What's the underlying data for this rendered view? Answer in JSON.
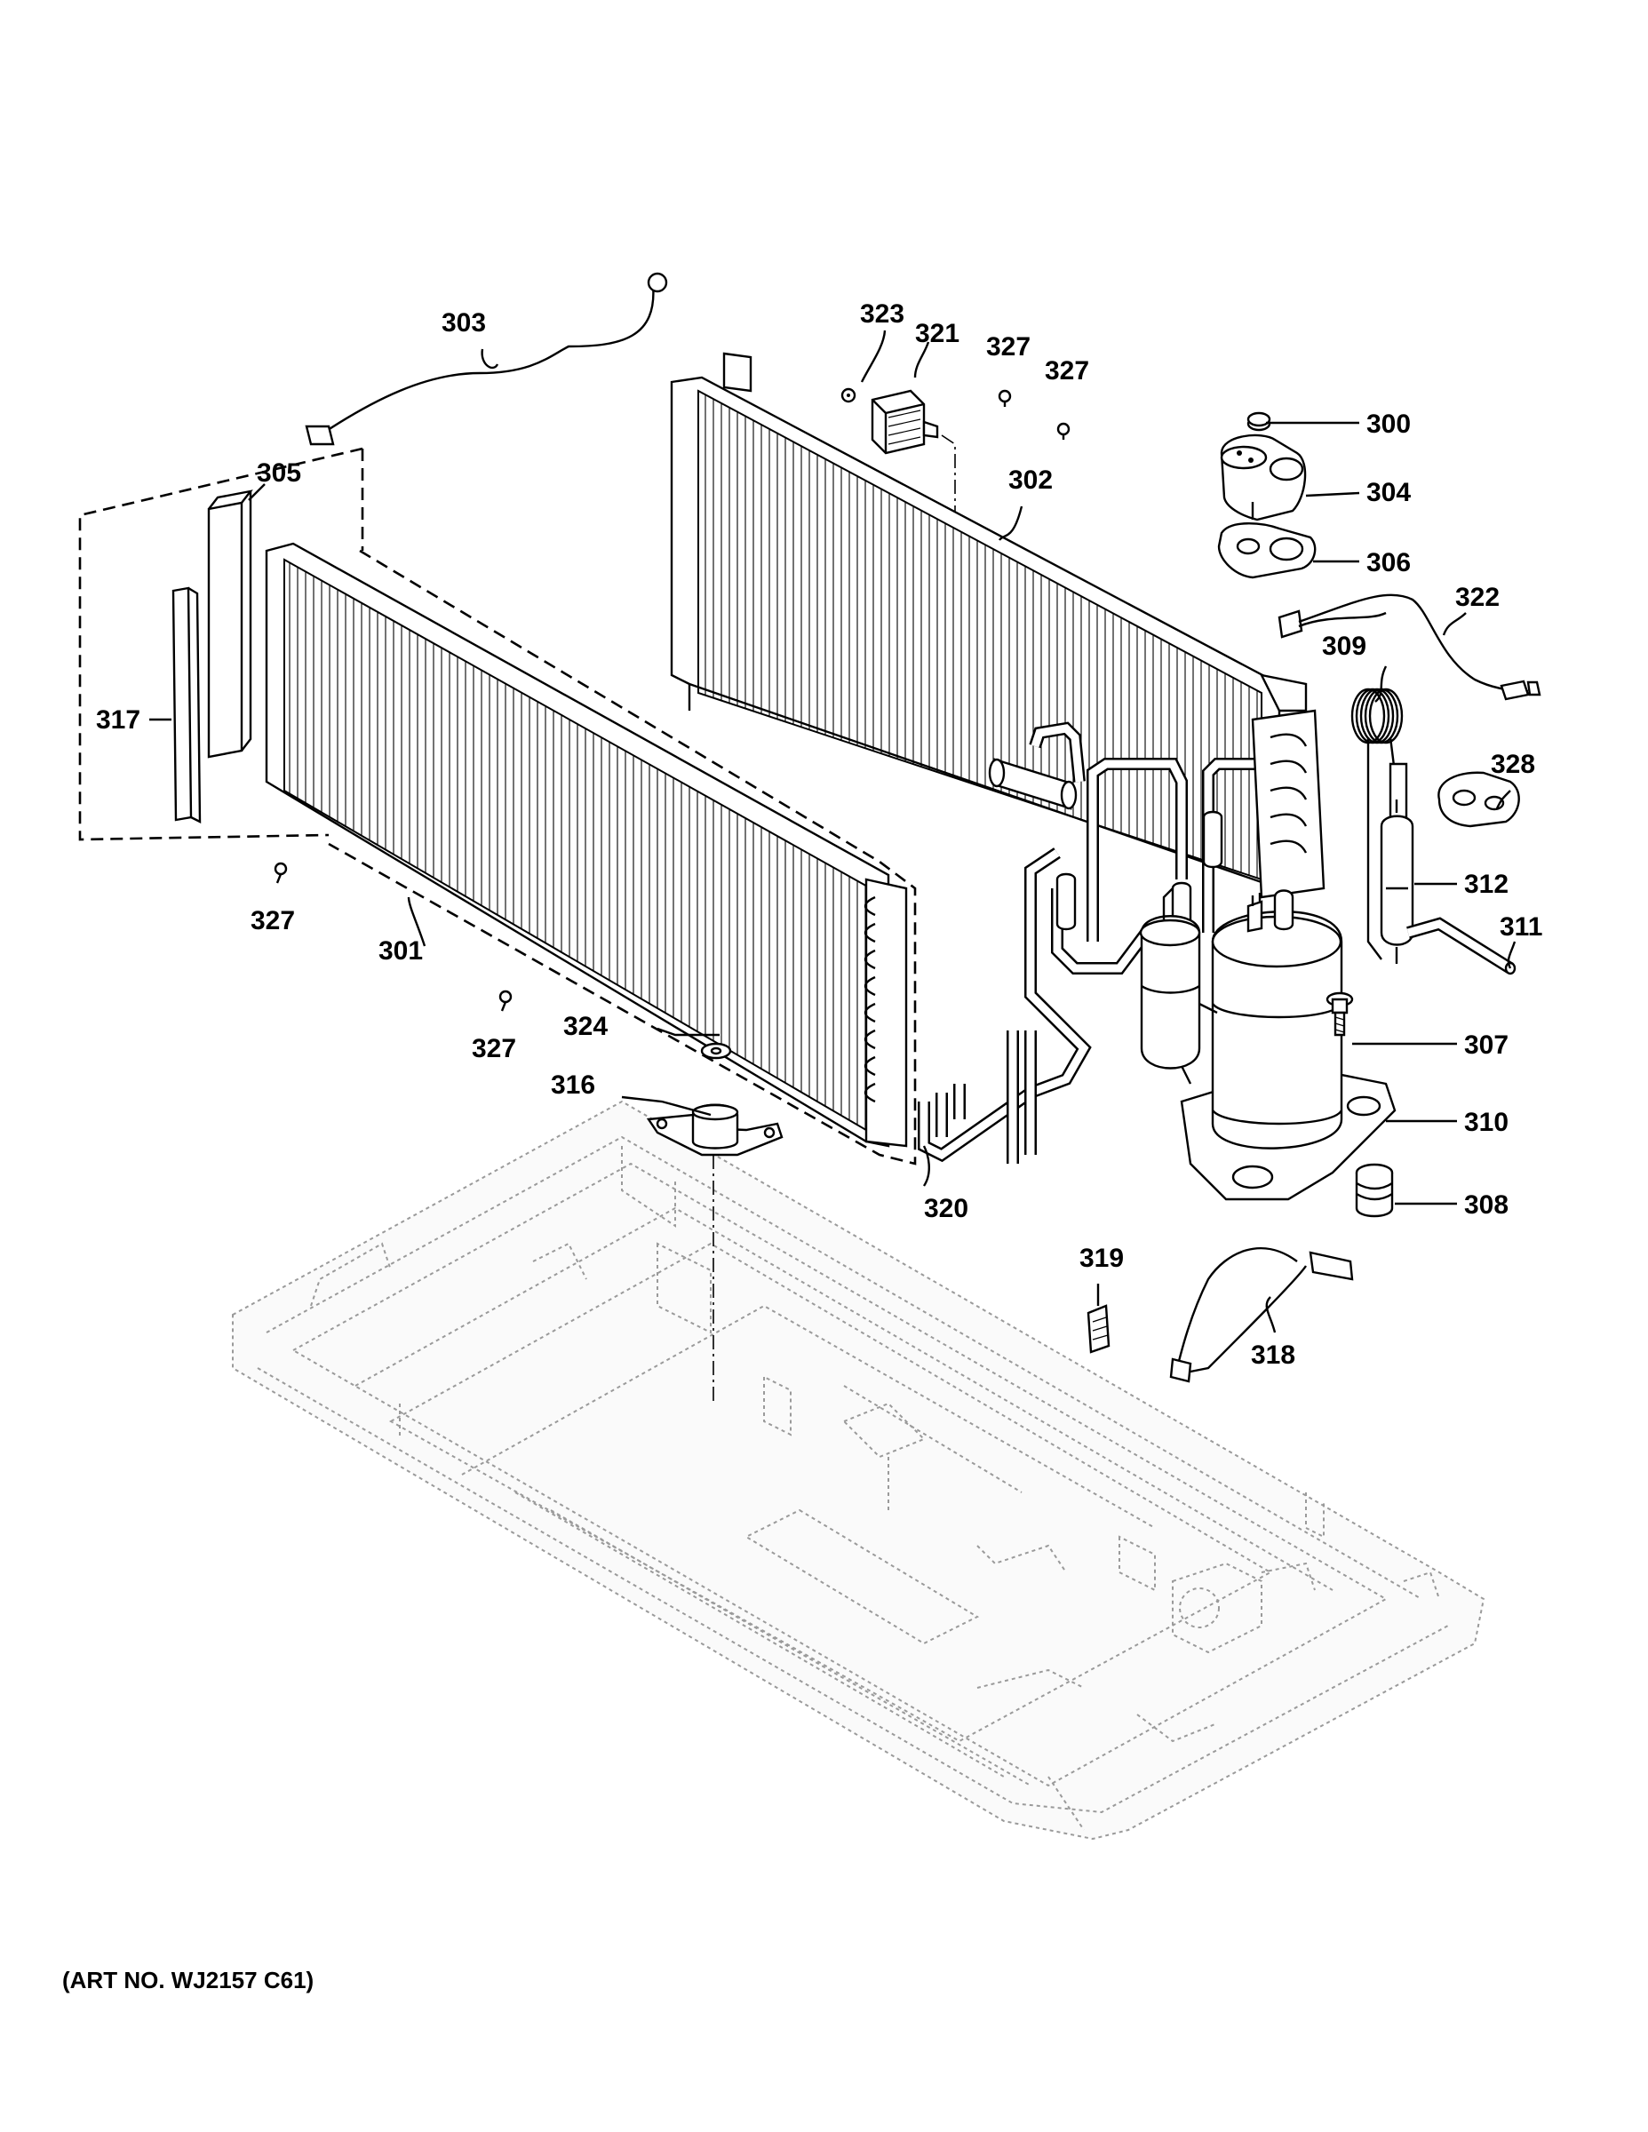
{
  "art_number": "(ART NO. WJ2157 C61)",
  "callouts": [
    {
      "id": "300",
      "text": "300"
    },
    {
      "id": "301",
      "text": "301"
    },
    {
      "id": "302",
      "text": "302"
    },
    {
      "id": "303",
      "text": "303"
    },
    {
      "id": "304",
      "text": "304"
    },
    {
      "id": "305",
      "text": "305"
    },
    {
      "id": "306",
      "text": "306"
    },
    {
      "id": "307",
      "text": "307"
    },
    {
      "id": "308",
      "text": "308"
    },
    {
      "id": "309",
      "text": "309"
    },
    {
      "id": "310",
      "text": "310"
    },
    {
      "id": "311",
      "text": "311"
    },
    {
      "id": "312",
      "text": "312"
    },
    {
      "id": "316",
      "text": "316"
    },
    {
      "id": "317",
      "text": "317"
    },
    {
      "id": "318",
      "text": "318"
    },
    {
      "id": "319",
      "text": "319"
    },
    {
      "id": "320",
      "text": "320"
    },
    {
      "id": "321",
      "text": "321"
    },
    {
      "id": "322",
      "text": "322"
    },
    {
      "id": "323",
      "text": "323"
    },
    {
      "id": "324",
      "text": "324"
    },
    {
      "id": "327",
      "text": "327"
    },
    {
      "id": "328",
      "text": "328"
    }
  ]
}
